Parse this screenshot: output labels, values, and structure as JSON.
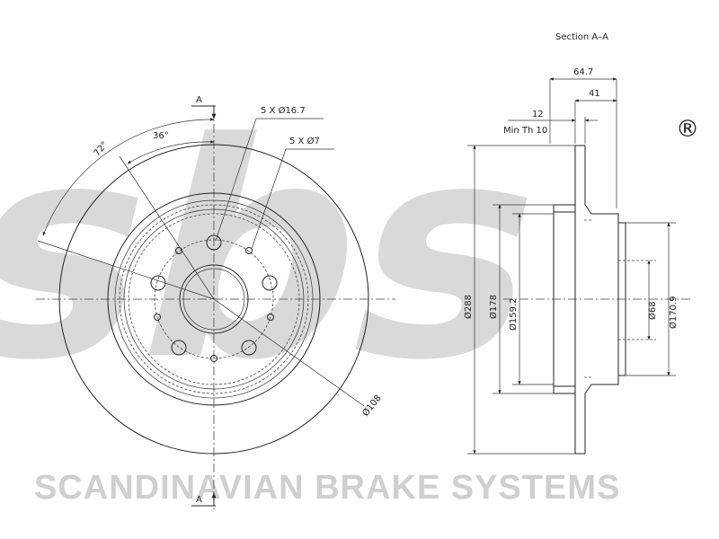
{
  "brand": {
    "watermark_letters": "sbs",
    "registered_mark": "®",
    "caption": "SCANDINAVIAN BRAKE SYSTEMS",
    "watermark_color": "#d9d9d9"
  },
  "front_view": {
    "section_marker_top": "A",
    "section_marker_bottom": "A",
    "angle_outer": "72°",
    "angle_inner": "36°",
    "bolt_holes": "5 X Ø16.7",
    "small_holes": "5 X Ø7",
    "pcd": "Ø108"
  },
  "section_view": {
    "title": "Section A–A",
    "overall_width": "64.7",
    "hat_depth": "41",
    "thickness": "12",
    "min_thickness": "Min Th 10",
    "outer_diameter": "Ø288",
    "hat_diameter": "Ø178",
    "inner_hat_diameter": "Ø159.2",
    "center_bore": "Ø68",
    "hub_diameter": "Ø170.9"
  }
}
